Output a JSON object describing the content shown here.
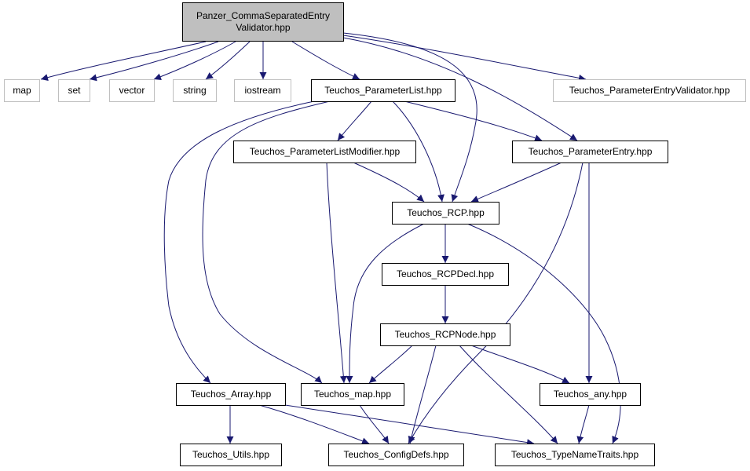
{
  "diagram": {
    "colors": {
      "edge": "#191970",
      "node_border": "#000000",
      "external_border": "#bfbfbf",
      "root_fill": "#bfbfbf",
      "node_fill": "#ffffff"
    },
    "nodes": [
      {
        "id": "root",
        "lines": [
          "Panzer_CommaSeparatedEntry",
          "Validator.hpp"
        ],
        "kind": "root"
      },
      {
        "id": "map",
        "lines": [
          "map"
        ],
        "kind": "external"
      },
      {
        "id": "set",
        "lines": [
          "set"
        ],
        "kind": "external"
      },
      {
        "id": "vector",
        "lines": [
          "vector"
        ],
        "kind": "external"
      },
      {
        "id": "string",
        "lines": [
          "string"
        ],
        "kind": "external"
      },
      {
        "id": "iostream",
        "lines": [
          "iostream"
        ],
        "kind": "external"
      },
      {
        "id": "plist",
        "lines": [
          "Teuchos_ParameterList.hpp"
        ],
        "kind": "normal"
      },
      {
        "id": "pev",
        "lines": [
          "Teuchos_ParameterEntryValidator.hpp"
        ],
        "kind": "external"
      },
      {
        "id": "plm",
        "lines": [
          "Teuchos_ParameterListModifier.hpp"
        ],
        "kind": "normal"
      },
      {
        "id": "pe",
        "lines": [
          "Teuchos_ParameterEntry.hpp"
        ],
        "kind": "normal"
      },
      {
        "id": "rcp",
        "lines": [
          "Teuchos_RCP.hpp"
        ],
        "kind": "normal"
      },
      {
        "id": "rcpdecl",
        "lines": [
          "Teuchos_RCPDecl.hpp"
        ],
        "kind": "normal"
      },
      {
        "id": "rcpnode",
        "lines": [
          "Teuchos_RCPNode.hpp"
        ],
        "kind": "normal"
      },
      {
        "id": "array",
        "lines": [
          "Teuchos_Array.hpp"
        ],
        "kind": "normal"
      },
      {
        "id": "tmap",
        "lines": [
          "Teuchos_map.hpp"
        ],
        "kind": "normal"
      },
      {
        "id": "any",
        "lines": [
          "Teuchos_any.hpp"
        ],
        "kind": "normal"
      },
      {
        "id": "utils",
        "lines": [
          "Teuchos_Utils.hpp"
        ],
        "kind": "normal"
      },
      {
        "id": "cdefs",
        "lines": [
          "Teuchos_ConfigDefs.hpp"
        ],
        "kind": "normal"
      },
      {
        "id": "tnt",
        "lines": [
          "Teuchos_TypeNameTraits.hpp"
        ],
        "kind": "normal"
      }
    ],
    "edges": [
      [
        "root",
        "map"
      ],
      [
        "root",
        "set"
      ],
      [
        "root",
        "vector"
      ],
      [
        "root",
        "string"
      ],
      [
        "root",
        "iostream"
      ],
      [
        "root",
        "plist"
      ],
      [
        "root",
        "pev"
      ],
      [
        "root",
        "pe"
      ],
      [
        "root",
        "rcp"
      ],
      [
        "plist",
        "plm"
      ],
      [
        "plist",
        "pe"
      ],
      [
        "plist",
        "rcp"
      ],
      [
        "plist",
        "array"
      ],
      [
        "plist",
        "tmap"
      ],
      [
        "plm",
        "rcp"
      ],
      [
        "plm",
        "tmap"
      ],
      [
        "pe",
        "rcp"
      ],
      [
        "pe",
        "any"
      ],
      [
        "pe",
        "cdefs"
      ],
      [
        "rcp",
        "rcpdecl"
      ],
      [
        "rcp",
        "tmap"
      ],
      [
        "rcp",
        "tnt"
      ],
      [
        "rcpdecl",
        "rcpnode"
      ],
      [
        "rcpnode",
        "tmap"
      ],
      [
        "rcpnode",
        "any"
      ],
      [
        "rcpnode",
        "cdefs"
      ],
      [
        "rcpnode",
        "tnt"
      ],
      [
        "array",
        "utils"
      ],
      [
        "array",
        "cdefs"
      ],
      [
        "array",
        "tnt"
      ],
      [
        "tmap",
        "cdefs"
      ],
      [
        "any",
        "tnt"
      ]
    ]
  }
}
